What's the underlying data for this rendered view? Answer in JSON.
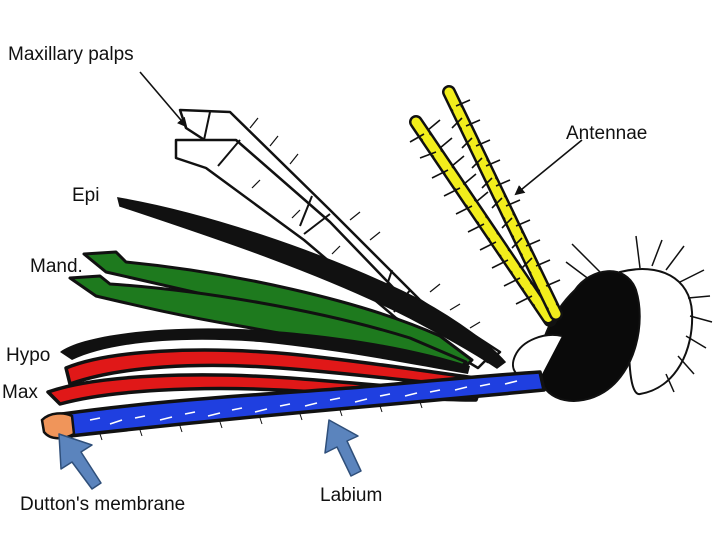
{
  "labels": {
    "maxillary_palps": "Maxillary palps",
    "antennae": "Antennae",
    "epi": "Epi",
    "mand": "Mand.",
    "hypo": "Hypo",
    "max": "Max",
    "duttons_membrane": "Dutton's membrane",
    "labium": "Labium"
  },
  "colors": {
    "outline": "#111111",
    "mandible": "#1e7a1e",
    "maxilla": "#e01818",
    "labium": "#1f3fe0",
    "antenna": "#f2ee1c",
    "duttons_membrane": "#f0955a",
    "pointer_arrow": "#5b84bd",
    "head": "#0a0a0a"
  }
}
